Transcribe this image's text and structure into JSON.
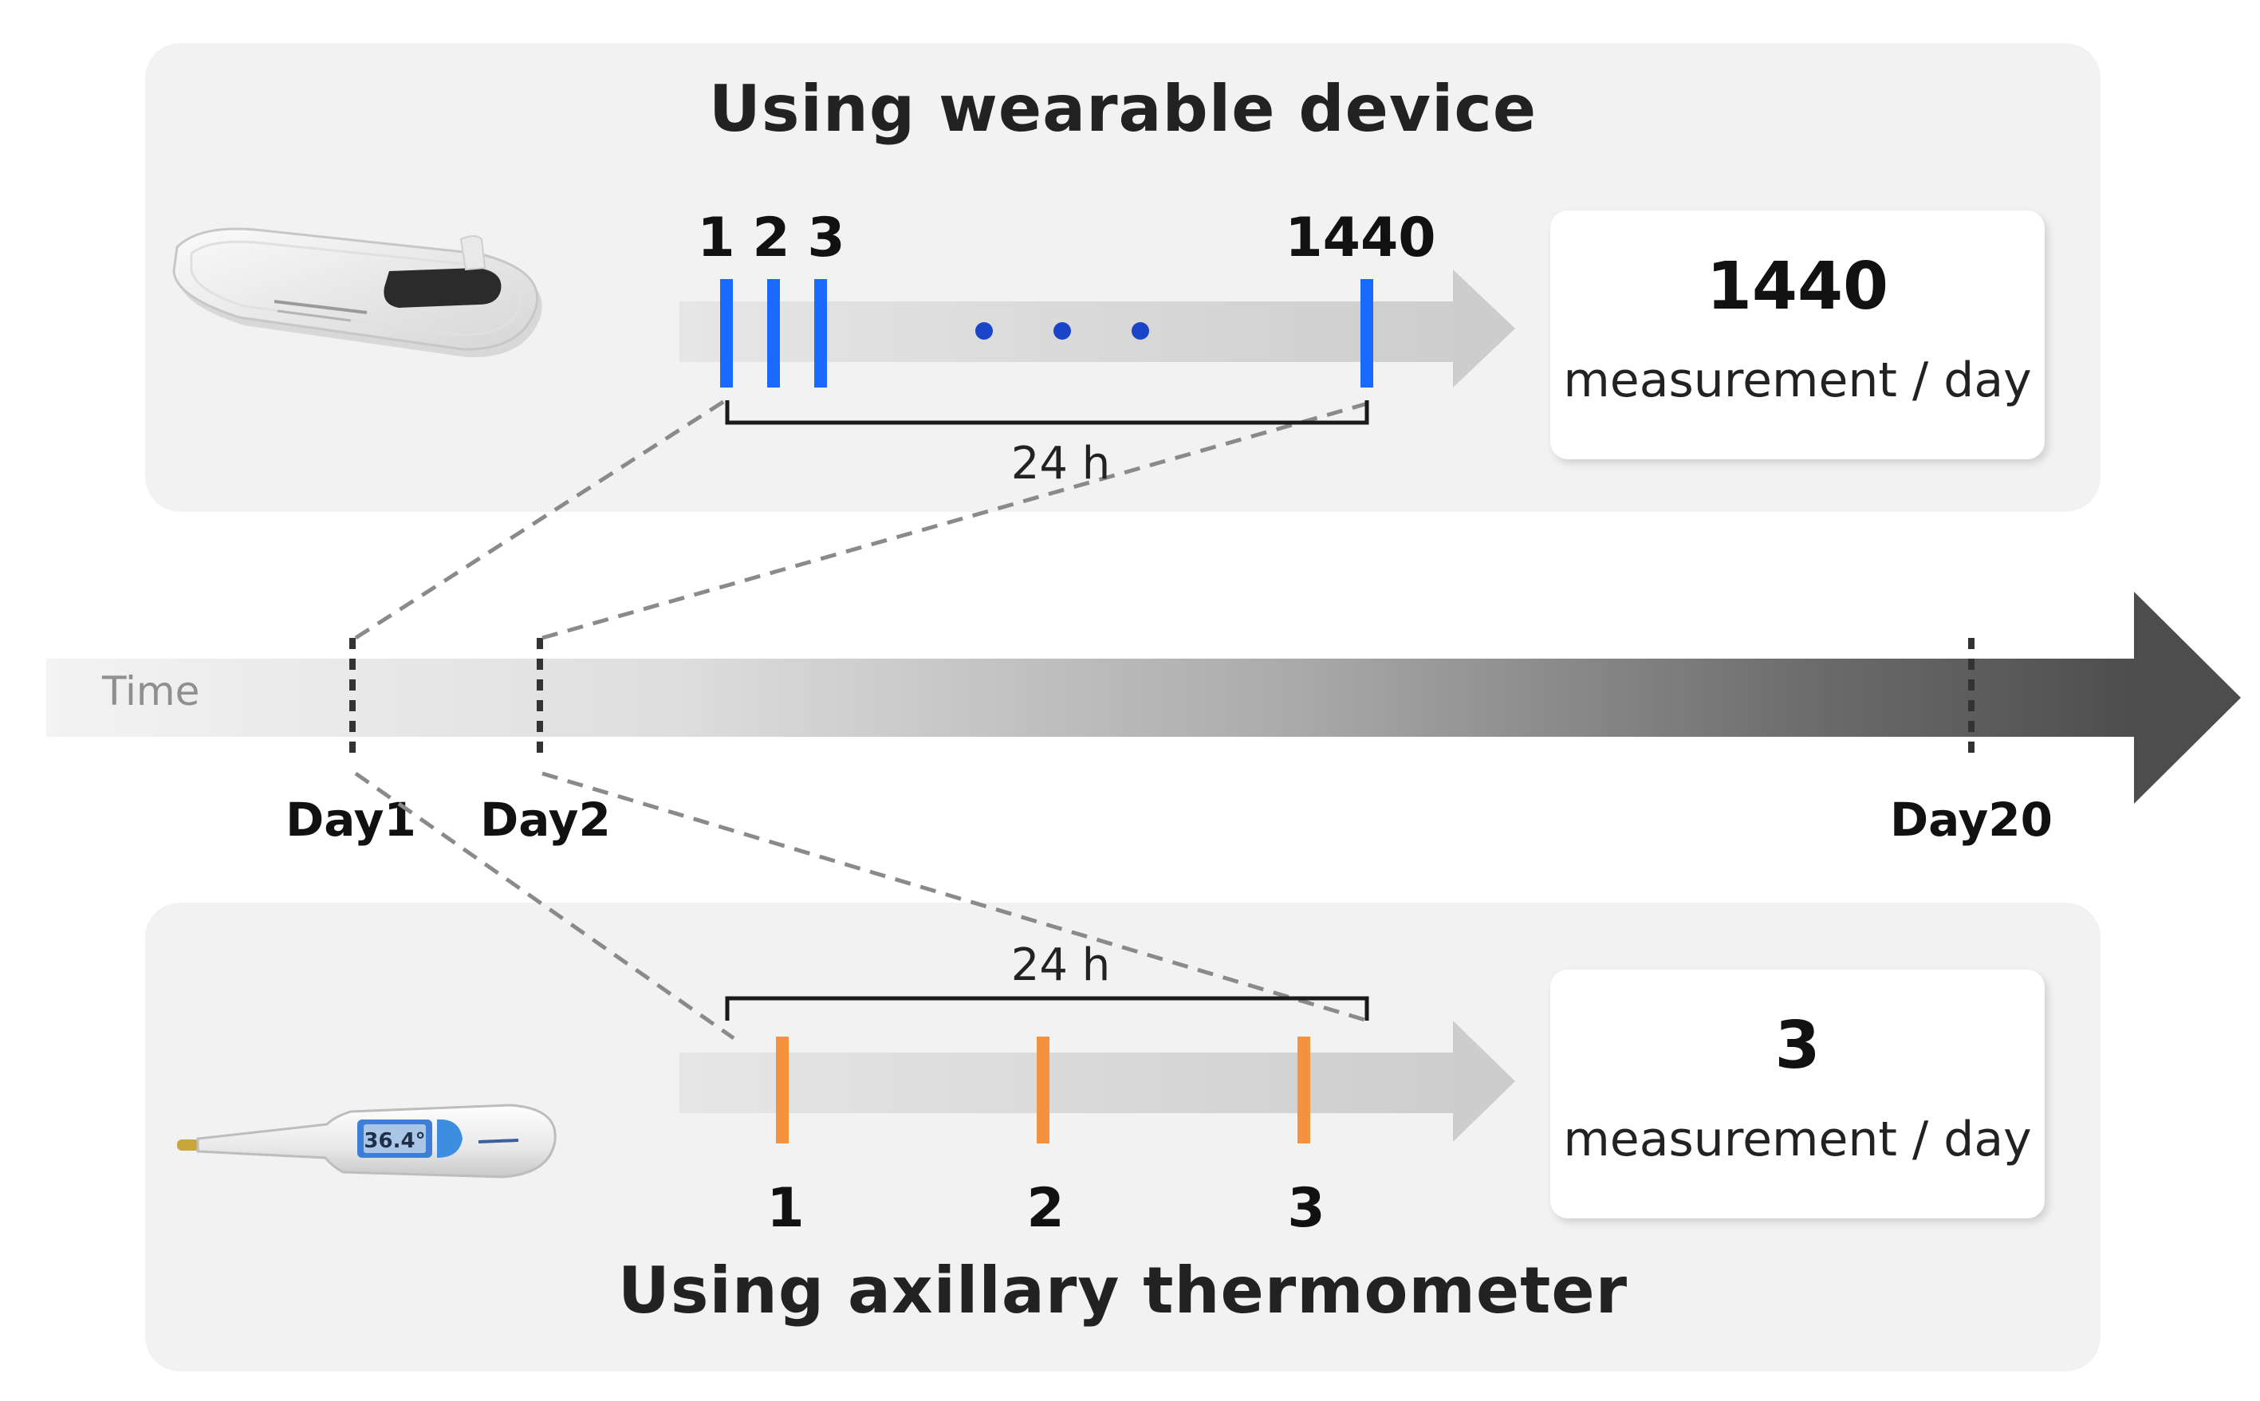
{
  "wearable": {
    "title": "Using wearable device",
    "ticks": [
      "1",
      "2",
      "3",
      "1440"
    ],
    "span_label": "24 h",
    "result_value": "1440",
    "result_unit": "measurement / day",
    "tick_color": "#1a6aff",
    "dot_color": "#1a45c8",
    "device_icon": "wearable-patch-icon"
  },
  "timeline": {
    "label": "Time",
    "days": [
      "Day1",
      "Day2",
      "Day20"
    ]
  },
  "axillary": {
    "title": "Using axillary thermometer",
    "ticks": [
      "1",
      "2",
      "3"
    ],
    "span_label": "24 h",
    "result_value": "3",
    "result_unit": "measurement / day",
    "tick_color": "#f5923e",
    "device_icon": "thermometer-icon",
    "display_reading": "36.4°"
  }
}
